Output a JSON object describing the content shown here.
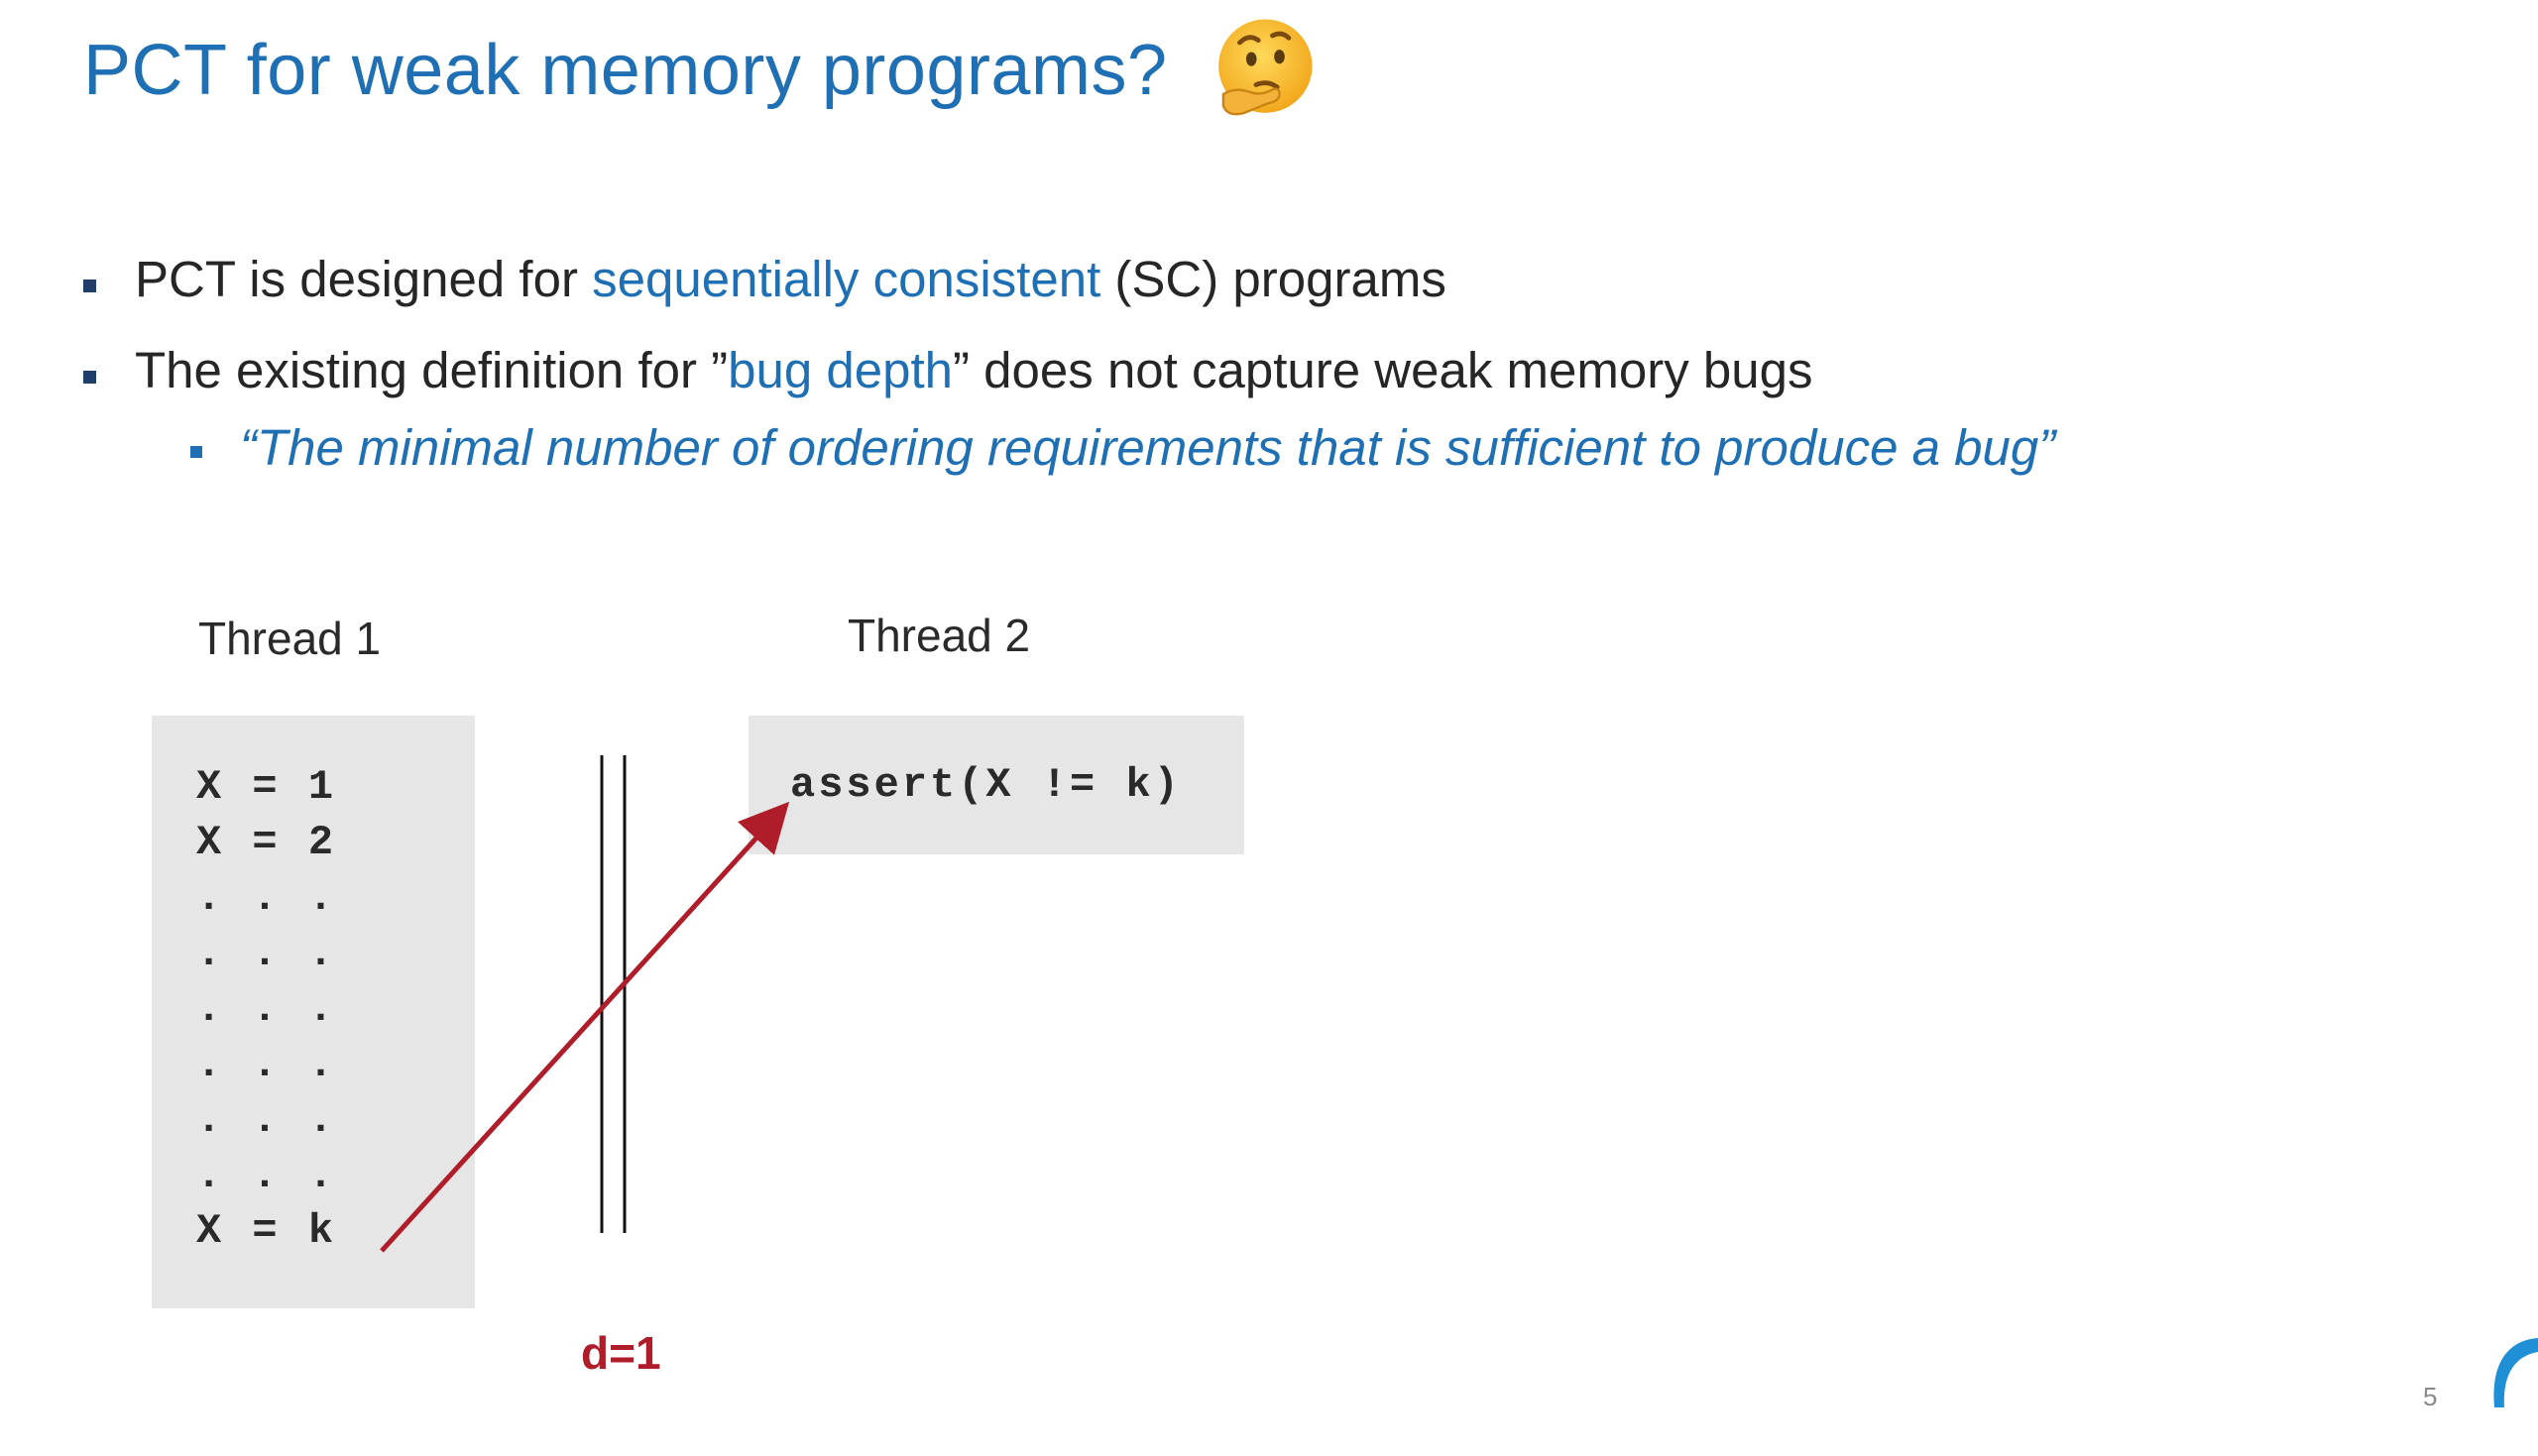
{
  "slide": {
    "title": "PCT for weak memory programs?",
    "emoji_icon": "thinking-face-icon",
    "bullets": [
      {
        "before": "PCT is designed for ",
        "accent": "sequentially consistent",
        "after": " (SC) programs"
      },
      {
        "before": "The existing definition for ”",
        "accent": "bug depth",
        "after": "” does not capture weak memory bugs"
      }
    ],
    "sub_bullet": "“The minimal number of ordering requirements that is sufficient to produce a bug”",
    "thread1": {
      "label": "Thread 1",
      "lines": [
        "X = 1",
        "X = 2",
        ". . .",
        ". . .",
        ". . .",
        ". . .",
        ". . .",
        ". . .",
        "X = k"
      ]
    },
    "thread2": {
      "label": "Thread 2",
      "lines": [
        "assert(X != k)"
      ]
    },
    "depth_label": "d=1",
    "page_number": "5",
    "colors": {
      "title": "#1f6fb4",
      "accent": "#1f6fb4",
      "arrow": "#b01d2a",
      "code_bg": "#e6e6e6"
    }
  }
}
